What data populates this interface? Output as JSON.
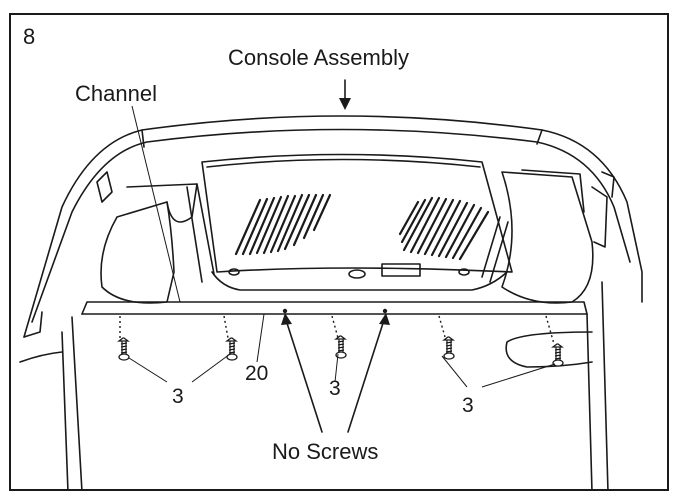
{
  "step": "8",
  "labels": {
    "console": "Console Assembly",
    "channel": "Channel",
    "part20": "20",
    "screw_left": "3",
    "screw_center": "3",
    "screw_right": "3",
    "no_screws": "No Screws"
  },
  "colors": {
    "line": "#1a1a1a",
    "background": "#ffffff"
  }
}
